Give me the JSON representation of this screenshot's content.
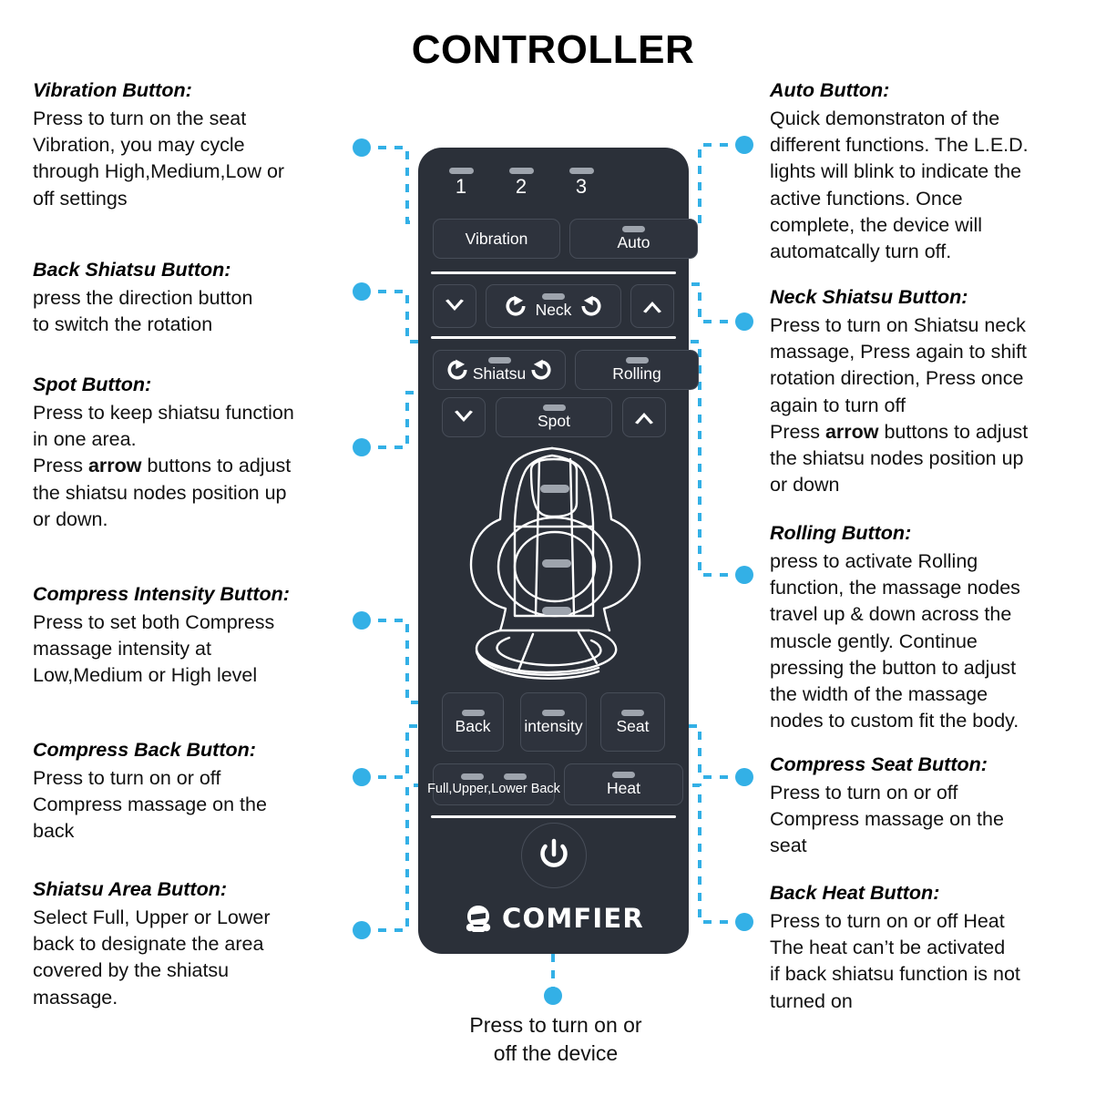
{
  "page": {
    "title": "CONTROLLER",
    "bottom_caption": "Press to turn on or\noff the device"
  },
  "colors": {
    "accent": "#33b0e6",
    "remote_body": "#2b3039",
    "button_face": "#2e333d",
    "button_border": "#474d58",
    "led": "#9ea4ad",
    "text": "#000000",
    "white": "#ffffff"
  },
  "remote": {
    "leds": [
      {
        "label": "1"
      },
      {
        "label": "2"
      },
      {
        "label": "3"
      }
    ],
    "buttons": {
      "vibration": {
        "label": "Vibration"
      },
      "auto": {
        "label": "Auto"
      },
      "neck_down": {
        "label": "▼"
      },
      "neck": {
        "label": "Neck"
      },
      "neck_up": {
        "label": "▲"
      },
      "shiatsu": {
        "label": "Shiatsu"
      },
      "rolling": {
        "label": "Rolling"
      },
      "spot_down": {
        "label": "▼"
      },
      "spot": {
        "label": "Spot"
      },
      "spot_up": {
        "label": "▲"
      },
      "compress_back": {
        "label": "Back"
      },
      "compress_intensity": {
        "label": "intensity"
      },
      "compress_seat": {
        "label": "Seat"
      },
      "shiatsu_area": {
        "label": "Full,Upper,Lower Back"
      },
      "heat": {
        "label": "Heat"
      },
      "power": {
        "label": "power-symbol"
      }
    },
    "brand": "COMFIER"
  },
  "callouts": {
    "left": [
      {
        "title": "Vibration Button:",
        "body": "Press to turn on the seat\nVibration, you may cycle\nthrough High,Medium,Low or\noff settings"
      },
      {
        "title": "Back Shiatsu Button:",
        "body": "press the direction button\nto switch the rotation"
      },
      {
        "title": "Spot Button:",
        "body_1": "Press to keep shiatsu function\nin one area.\nPress ",
        "body_bold": "arrow",
        "body_2": " buttons to adjust\nthe shiatsu nodes position up\nor down."
      },
      {
        "title": "Compress Intensity Button:",
        "body": "Press to set both Compress\nmassage intensity at\nLow,Medium or High level"
      },
      {
        "title": "Compress Back Button:",
        "body": "Press to turn on or off\nCompress massage on the\nback"
      },
      {
        "title": "Shiatsu Area Button:",
        "body": "Select Full, Upper or Lower\nback to designate the area\ncovered by the shiatsu\nmassage."
      }
    ],
    "right": [
      {
        "title": "Auto Button:",
        "body": "Quick demonstraton of the\ndifferent functions. The L.E.D.\nlights will blink to indicate the\nactive functions. Once\ncomplete, the device will\nautomatcally turn off."
      },
      {
        "title": "Neck Shiatsu Button:",
        "body_1": "Press to turn on Shiatsu neck\nmassage, Press again to shift\nrotation direction, Press once\nagain to turn off\nPress ",
        "body_bold": "arrow",
        "body_2": " buttons to adjust\nthe shiatsu nodes position up\nor down"
      },
      {
        "title": "Rolling Button:",
        "body": "press to activate Rolling\nfunction, the massage nodes\ntravel up & down across the\nmuscle gently. Continue\npressing the button to adjust\nthe width of the massage\nnodes to custom fit the body."
      },
      {
        "title": "Compress Seat Button:",
        "body": "Press to turn on or off\nCompress massage on the\nseat"
      },
      {
        "title": "Back Heat Button:",
        "body": "Press to turn on or off Heat\nThe heat can’t be activated\nif back shiatsu function is not\nturned on"
      }
    ]
  }
}
